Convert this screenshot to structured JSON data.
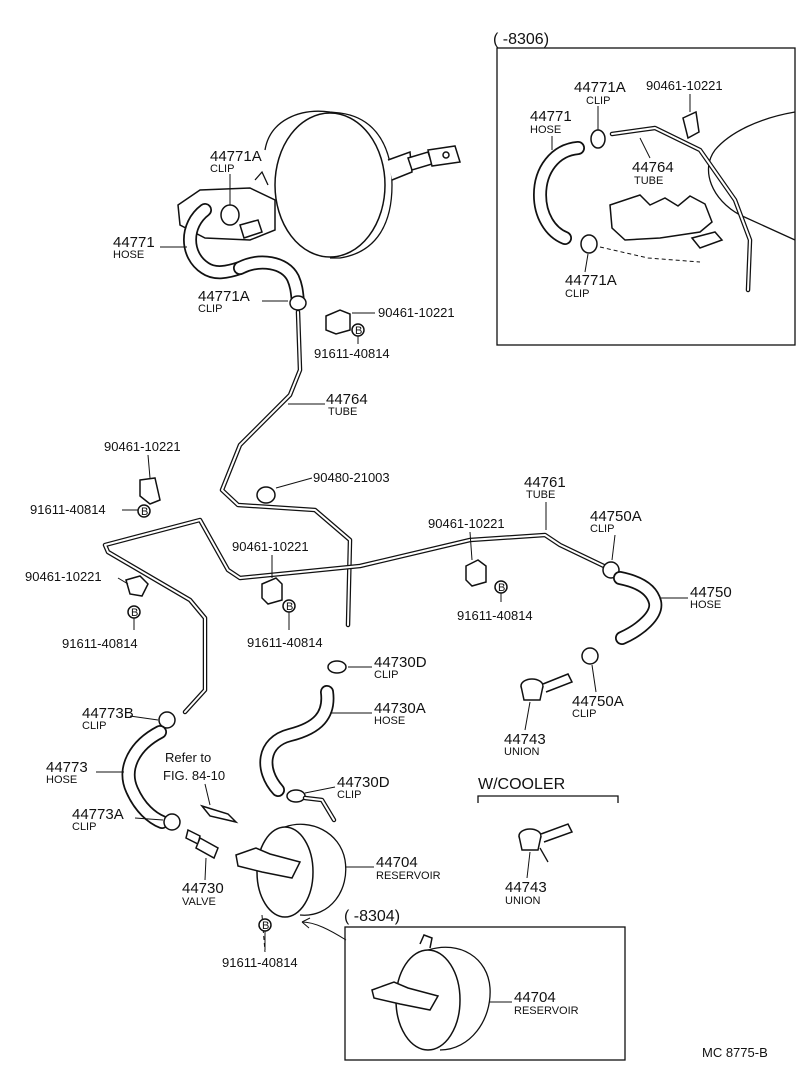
{
  "labels": {
    "inset_top_range": "(      -8306)",
    "inset_44771a_top": {
      "num": "44771A",
      "sub": "CLIP"
    },
    "inset_90461": "90461-10221",
    "inset_44771": {
      "num": "44771",
      "sub": "HOSE"
    },
    "inset_44764": {
      "num": "44764",
      "sub": "TUBE"
    },
    "inset_44771a_bot": {
      "num": "44771A",
      "sub": "CLIP"
    },
    "booster_44771a": {
      "num": "44771A",
      "sub": "CLIP"
    },
    "booster_44771": {
      "num": "44771",
      "sub": "HOSE"
    },
    "main_44771a": {
      "num": "44771A",
      "sub": "CLIP"
    },
    "main_90461_a": "90461-10221",
    "main_91611_a": "91611-40814",
    "main_44764": {
      "num": "44764",
      "sub": "TUBE"
    },
    "left_90461": "90461-10221",
    "left_91611": "91611-40814",
    "grommet_90480": "90480-21003",
    "tube_44761": {
      "num": "44761",
      "sub": "TUBE"
    },
    "clip_44750a_top": {
      "num": "44750A",
      "sub": "CLIP"
    },
    "mid_90461_right": "90461-10221",
    "mid_91611_right": "91611-40814",
    "mid_90461_center": "90461-10221",
    "mid_91611_center": "91611-40814",
    "lower_90461": "90461-10221",
    "lower_91611": "91611-40814",
    "hose_44750": {
      "num": "44750",
      "sub": "HOSE"
    },
    "clip_44750a_bot": {
      "num": "44750A",
      "sub": "CLIP"
    },
    "union_44743": {
      "num": "44743",
      "sub": "UNION"
    },
    "clip_44730d_top": {
      "num": "44730D",
      "sub": "CLIP"
    },
    "hose_44730a": {
      "num": "44730A",
      "sub": "HOSE"
    },
    "clip_44773b": {
      "num": "44773B",
      "sub": "CLIP"
    },
    "hose_44773": {
      "num": "44773",
      "sub": "HOSE"
    },
    "refer_line1": "Refer to",
    "refer_line2": "FIG. 84-10",
    "clip_44730d_bot": {
      "num": "44730D",
      "sub": "CLIP"
    },
    "wcooler": "W/COOLER",
    "clip_44773a": {
      "num": "44773A",
      "sub": "CLIP"
    },
    "reservoir_44704": {
      "num": "44704",
      "sub": "RESERVOIR"
    },
    "valve_44730": {
      "num": "44730",
      "sub": "VALVE"
    },
    "union_44743_cooler": {
      "num": "44743",
      "sub": "UNION"
    },
    "bolt_91611_bottom": "91611-40814",
    "inset_bottom_range": "(      -8304)",
    "inset_44704": {
      "num": "44704",
      "sub": "RESERVOIR"
    },
    "bolt_marker": "B",
    "doc_code": "MC  8775-B"
  }
}
